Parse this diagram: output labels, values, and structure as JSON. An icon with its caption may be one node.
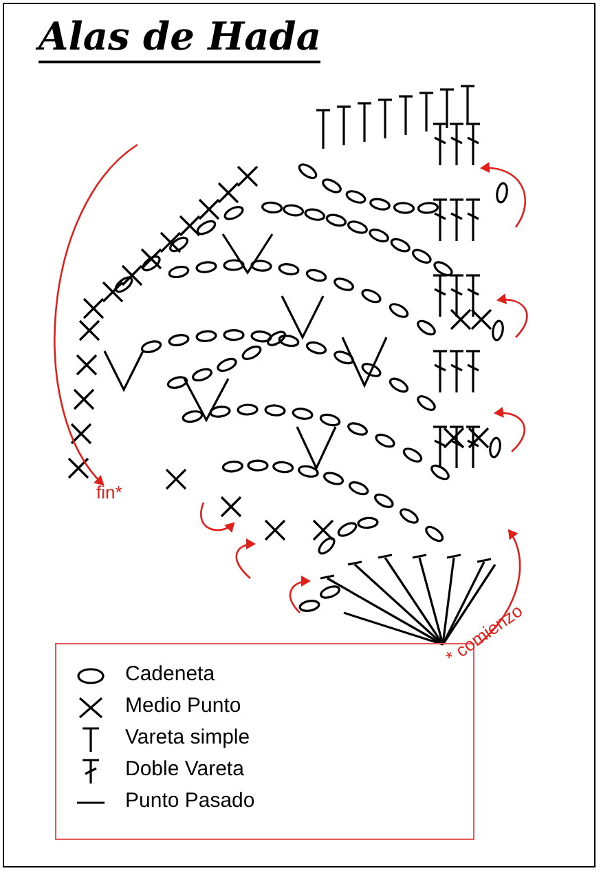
{
  "diagram": {
    "title": "Alas de Hada",
    "labels": [
      "fin*",
      "* comienzo"
    ],
    "legend": [
      {
        "text": "Cadeneta"
      },
      {
        "text": "Medio Punto"
      },
      {
        "text": "Vareta simple"
      },
      {
        "text": "Doble Vareta"
      },
      {
        "text": "Punto Pasado"
      }
    ]
  }
}
